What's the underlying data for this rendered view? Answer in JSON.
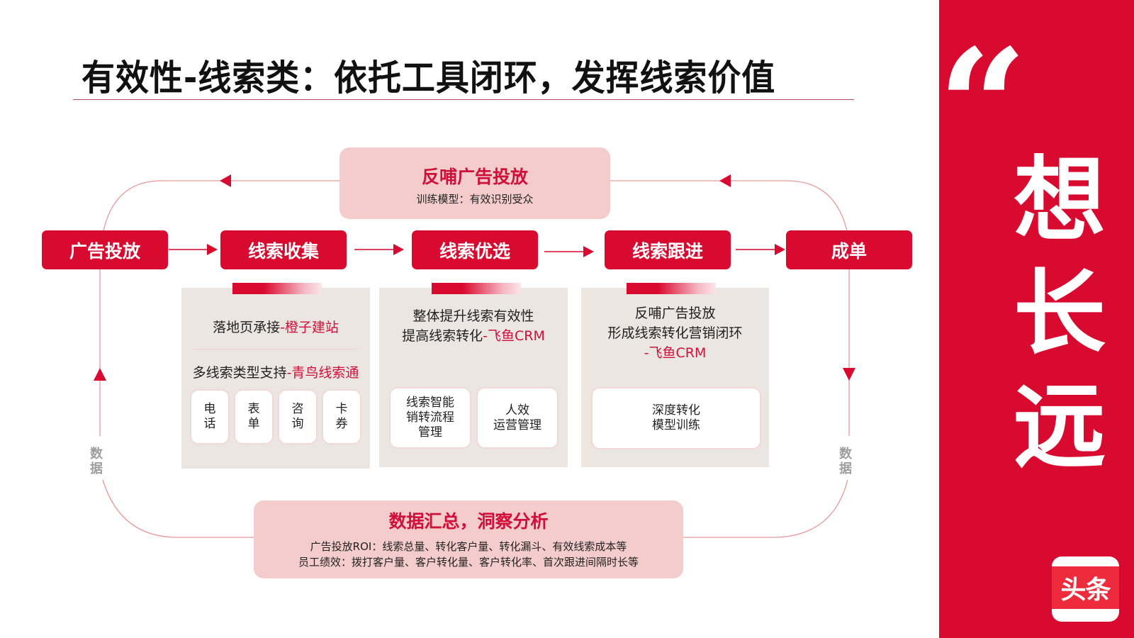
{
  "title": "有效性-线索类：依托工具闭环，发挥线索价值",
  "colors": {
    "brand_red": "#d90a2f",
    "accent_text_red": "#d0103a",
    "pink_box": "#f3cccb",
    "panel_gray": "#ebe6e2",
    "connector_line": "#e39a9d",
    "muted_label": "#9d9d9d"
  },
  "feedback": {
    "heading": "反哺广告投放",
    "subtitle": "训练模型：有效识别受众"
  },
  "steps": [
    {
      "label": "广告投放"
    },
    {
      "label": "线索收集"
    },
    {
      "label": "线索优选"
    },
    {
      "label": "线索跟进"
    },
    {
      "label": "成单"
    }
  ],
  "panels": {
    "collect": {
      "line1_prefix": "落地页承接",
      "line1_tool": "-橙子建站",
      "line2_prefix": "多线索类型支持",
      "line2_tool": "-青鸟线索通",
      "cards": [
        {
          "line1": "电",
          "line2": "话"
        },
        {
          "line1": "表",
          "line2": "单"
        },
        {
          "line1": "咨",
          "line2": "询"
        },
        {
          "line1": "卡",
          "line2": "券"
        }
      ]
    },
    "select": {
      "line1": "整体提升线索有效性",
      "line2_prefix": "提高线索转化",
      "line2_tool": "-飞鱼CRM",
      "cards": [
        {
          "lines": [
            "线索智能",
            "销转流程",
            "管理"
          ]
        },
        {
          "lines": [
            "人效",
            "运营管理"
          ]
        }
      ]
    },
    "followup": {
      "line1": "反哺广告投放",
      "line2": "形成线索转化营销闭环",
      "line3_tool": "-飞鱼CRM",
      "cards": [
        {
          "lines": [
            "深度转化",
            "模型训练"
          ]
        }
      ]
    }
  },
  "side_labels": {
    "left": [
      "数",
      "据"
    ],
    "right": [
      "数",
      "据"
    ]
  },
  "summary": {
    "heading": "数据汇总，洞察分析",
    "line1": "广告投放ROI：线索总量、转化客户量、转化漏斗、有效线索成本等",
    "line2": "员工绩效：拨打客户量、客户转化量、客户转化率、首次跟进间隔时长等"
  },
  "sidebar": {
    "quote_mark": "“",
    "slogan": [
      "想",
      "长",
      "远"
    ],
    "logo_text": "头条"
  }
}
